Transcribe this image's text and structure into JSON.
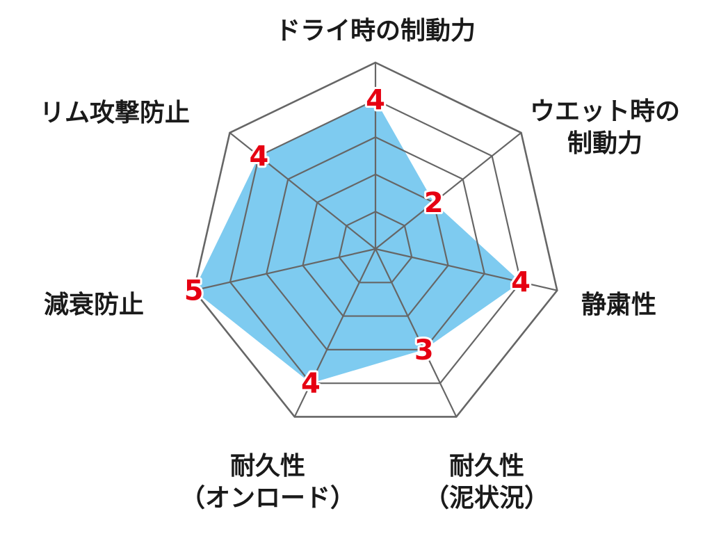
{
  "chart_data": {
    "type": "radar",
    "categories": [
      "ドライ時の制動力",
      "ウエット時の\n制動力",
      "静粛性",
      "耐久性\n（泥状況）",
      "耐久性\n（オンロード）",
      "減衰防止",
      "リム攻撃防止"
    ],
    "values": [
      4,
      2,
      4,
      3,
      4,
      5,
      4
    ],
    "value_labels": [
      "4",
      "2",
      "4",
      "3",
      "4",
      "5",
      "4"
    ],
    "rlim": [
      0,
      5
    ],
    "rings": 5,
    "grid": true,
    "legend": "none"
  },
  "colors": {
    "fill": "#7ecbf0",
    "grid": "#666666",
    "value_text": "#e60012",
    "value_outline": "#ffffff",
    "label_text": "#1a1a1a"
  }
}
